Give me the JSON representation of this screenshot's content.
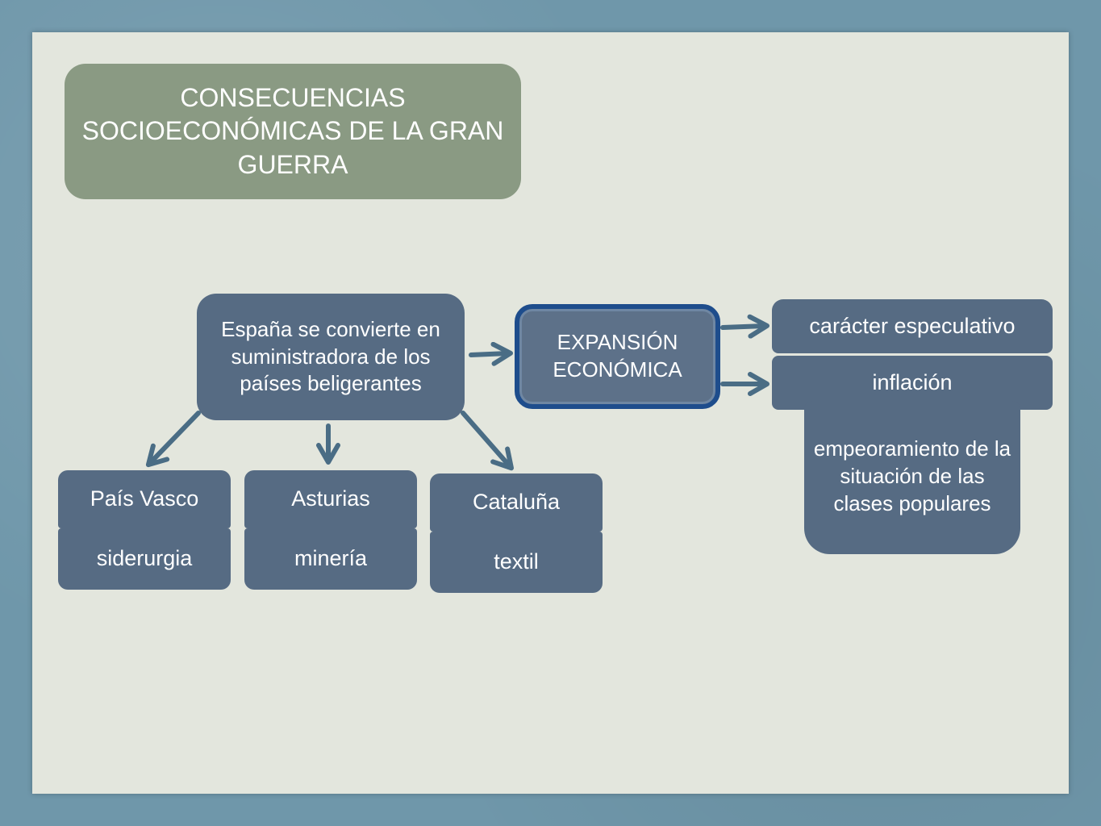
{
  "title": "CONSECUENCIAS SOCIOECONÓMICAS DE LA GRAN GUERRA",
  "main_node": "España se convierte en suministradora de los países beligerantes",
  "expansion_node": "EXPANSIÓN ECONÓMICA",
  "effects": [
    "carácter especulativo",
    "inflación",
    "empeoramiento de la situación de las clases populares"
  ],
  "regions": [
    {
      "region": "País Vasco",
      "sector": "siderurgia"
    },
    {
      "region": "Asturias",
      "sector": "minería"
    },
    {
      "region": "Cataluña",
      "sector": "textil"
    }
  ],
  "colors": {
    "title_fill": "#8a9a83",
    "node_fill": "#566b83",
    "highlight_border": "#1e4d8c",
    "arrow": "#4a6d85",
    "background": "#6f97aa",
    "paper": "#e3e6dd"
  }
}
